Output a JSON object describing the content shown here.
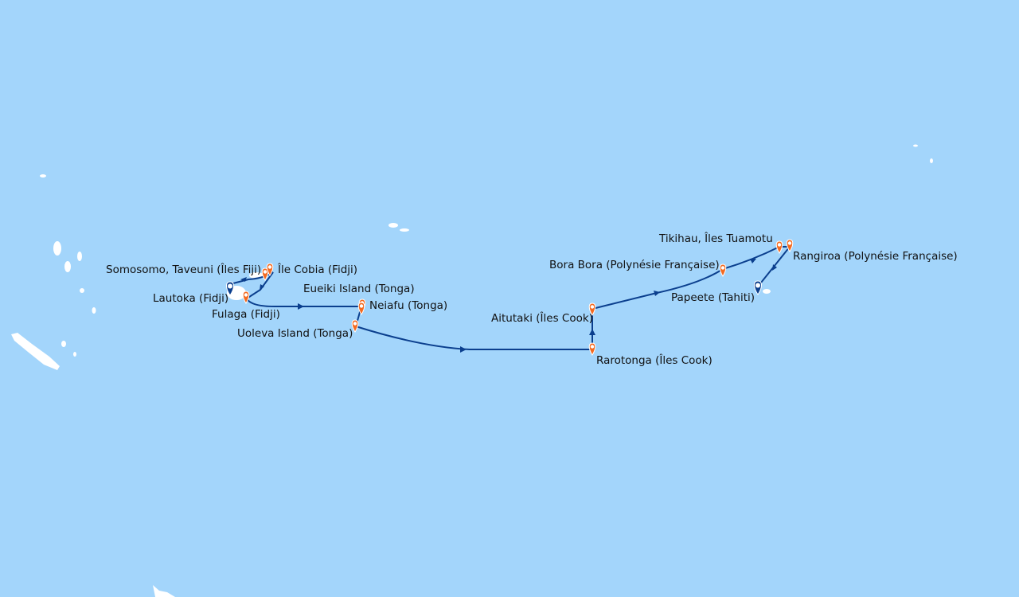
{
  "colors": {
    "sea": "#a3d5fb",
    "route": "#0b3f8e",
    "port_pin": "#f36a21",
    "ship_pin": "#0b3f8e",
    "land": "#ffffff"
  },
  "ports": [
    {
      "id": "lautoka",
      "label": "Lautoka (Fidji)",
      "icon": "ship-pin-icon"
    },
    {
      "id": "somosomo",
      "label": "Somosomo, Taveuni (Îles Fiji)",
      "icon": "map-pin-icon"
    },
    {
      "id": "cobia",
      "label": "Île Cobia (Fidji)",
      "icon": "map-pin-icon"
    },
    {
      "id": "fulaga",
      "label": "Fulaga (Fidji)",
      "icon": "map-pin-icon"
    },
    {
      "id": "eueiki",
      "label": "Eueiki Island (Tonga)",
      "icon": "map-pin-icon"
    },
    {
      "id": "neiafu",
      "label": "Neiafu (Tonga)",
      "icon": "map-pin-icon"
    },
    {
      "id": "uoleva",
      "label": "Uoleva Island (Tonga)",
      "icon": "map-pin-icon"
    },
    {
      "id": "rarotonga",
      "label": "Rarotonga (Îles Cook)",
      "icon": "map-pin-icon"
    },
    {
      "id": "aitutaki",
      "label": "Aitutaki (Îles Cook)",
      "icon": "map-pin-icon"
    },
    {
      "id": "borabora",
      "label": "Bora Bora (Polynésie Française)",
      "icon": "map-pin-icon"
    },
    {
      "id": "tikihau",
      "label": "Tikihau, Îles Tuamotu",
      "icon": "map-pin-icon"
    },
    {
      "id": "rangiroa",
      "label": "Rangiroa (Polynésie Française)",
      "icon": "map-pin-icon"
    },
    {
      "id": "papeete",
      "label": "Papeete (Tahiti)",
      "icon": "ship-pin-icon"
    }
  ]
}
